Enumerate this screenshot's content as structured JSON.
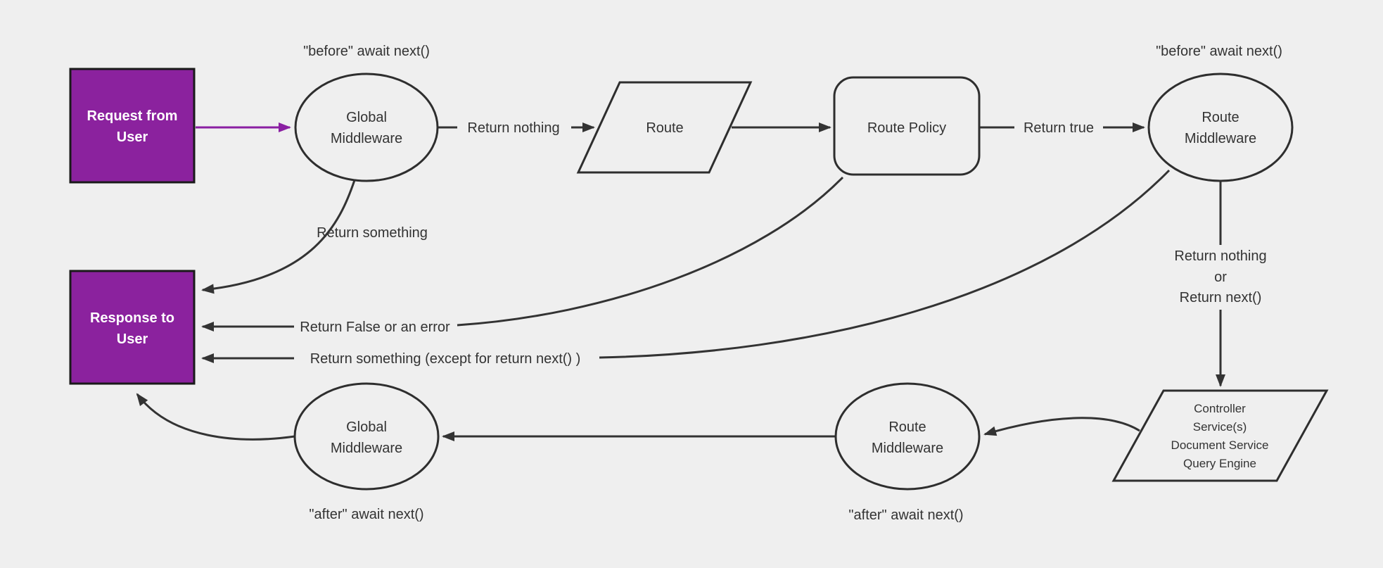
{
  "diagram": {
    "colors": {
      "background": "#efefef",
      "node_fill": "#efefef",
      "line_stroke": "#333333",
      "purple_fill": "#8b229e",
      "purple_arrow": "#8a1fa2",
      "dark_border": "#1a1a1a",
      "text": "#333333",
      "white_text": "#ffffff"
    },
    "nodes": {
      "request": {
        "line1": "Request from",
        "line2": "User"
      },
      "response": {
        "line1": "Response to",
        "line2": "User"
      },
      "global_mw_top": {
        "line1": "Global",
        "line2": "Middleware"
      },
      "route": {
        "label": "Route"
      },
      "route_policy": {
        "label": "Route Policy"
      },
      "route_mw_top": {
        "line1": "Route",
        "line2": "Middleware"
      },
      "controller": {
        "line1": "Controller",
        "line2": "Service(s)",
        "line3": "Document Service",
        "line4": "Query Engine"
      },
      "route_mw_bottom": {
        "line1": "Route",
        "line2": "Middleware"
      },
      "global_mw_bottom": {
        "line1": "Global",
        "line2": "Middleware"
      }
    },
    "annotations": {
      "before_global": "\"before\" await next()",
      "before_route": "\"before\" await next()",
      "after_global": "\"after\" await next()",
      "after_route": "\"after\" await next()"
    },
    "edge_labels": {
      "return_nothing": "Return nothing",
      "return_true": "Return true",
      "return_something": "Return something",
      "return_false": "Return False or an error",
      "return_something_except": "Return something (except for return next() )",
      "return_nothing_or_line1": "Return nothing",
      "return_nothing_or_line2": "or",
      "return_nothing_or_line3": "Return next()"
    }
  }
}
